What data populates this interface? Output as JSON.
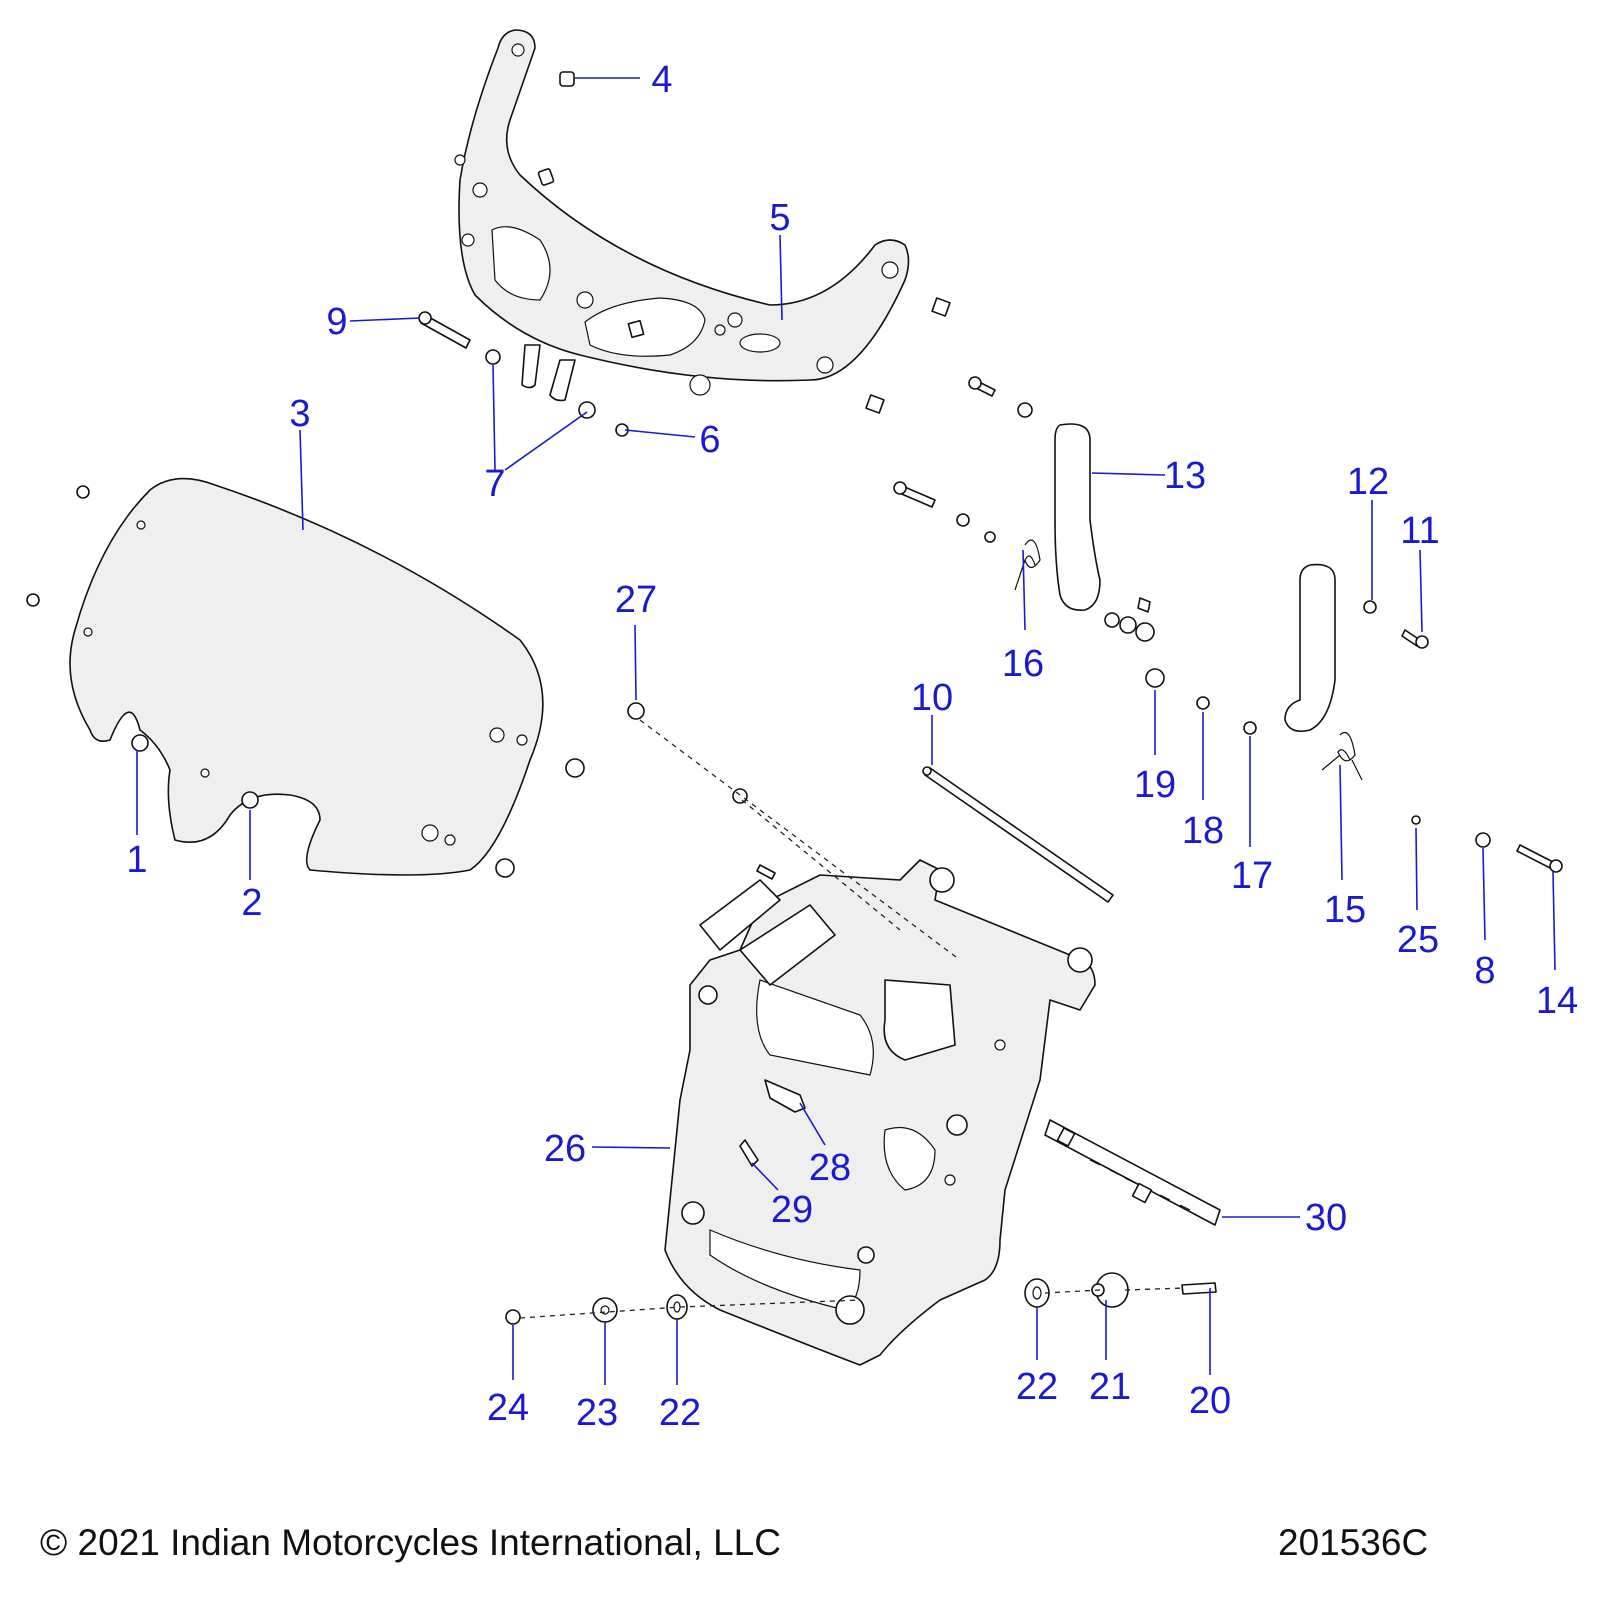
{
  "footer": {
    "copyright": "© 2021 Indian Motorcycles International, LLC",
    "drawing_number": "201536C"
  },
  "callouts": {
    "c1": "1",
    "c2": "2",
    "c3": "3",
    "c4": "4",
    "c5": "5",
    "c6": "6",
    "c7": "7",
    "c8": "8",
    "c9": "9",
    "c10": "10",
    "c11": "11",
    "c12": "12",
    "c13": "13",
    "c14": "14",
    "c15": "15",
    "c16": "16",
    "c17": "17",
    "c18": "18",
    "c19": "19",
    "c20": "20",
    "c21": "21",
    "c22a": "22",
    "c22b": "22",
    "c23": "23",
    "c24": "24",
    "c25": "25",
    "c26": "26",
    "c27": "27",
    "c28": "28",
    "c29": "29",
    "c30": "30"
  },
  "colors": {
    "callout": "#1a1ad0",
    "line": "#111111"
  }
}
